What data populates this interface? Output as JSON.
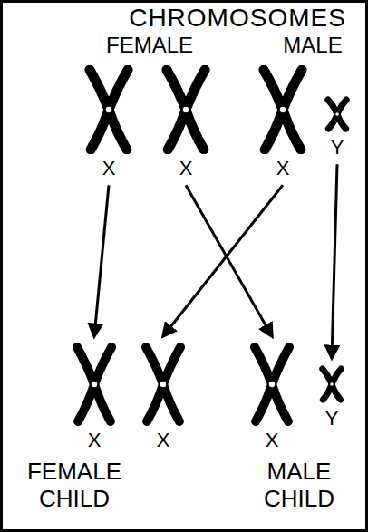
{
  "diagram": {
    "title": "CHROMOSOMES",
    "nodes": [
      {
        "text": [
          "X"
        ]
      },
      {
        "text": [
          "X"
        ]
      },
      {
        "text": [
          "X"
        ]
      },
      {
        "text": [
          "Y"
        ]
      },
      {
        "text": [
          "X"
        ]
      },
      {
        "text": [
          "X"
        ]
      },
      {
        "text": [
          "X"
        ]
      },
      {
        "text": [
          "Y"
        ]
      }
    ],
    "edges": [
      {
        "from": 0,
        "to": 4,
        "arrow": "to"
      },
      {
        "from": 2,
        "to": 5,
        "arrow": "to"
      },
      {
        "from": 1,
        "to": 6,
        "arrow": "to"
      },
      {
        "from": 3,
        "to": 7,
        "arrow": "to"
      }
    ],
    "labels": [
      "FEMALE",
      "MALE",
      "FEMALE CHILD",
      "MALE CHILD"
    ]
  }
}
